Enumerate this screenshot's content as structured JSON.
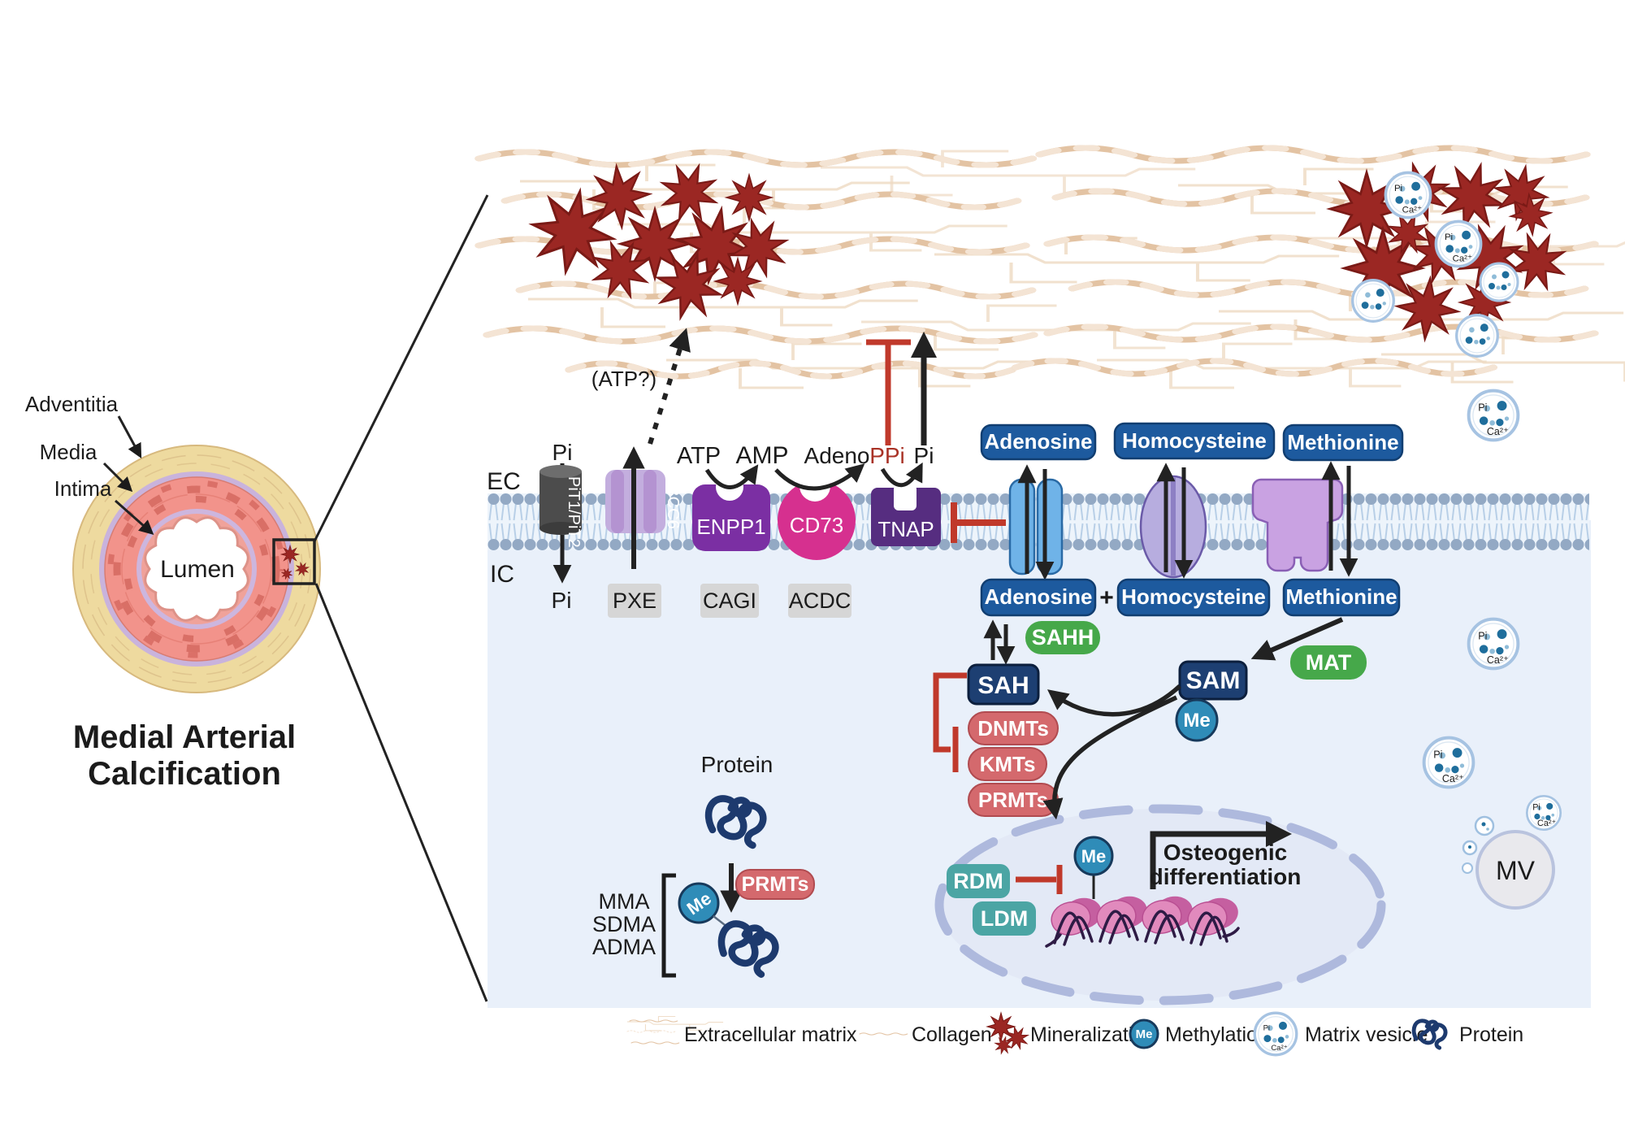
{
  "title": {
    "line1": "Medial Arterial",
    "line2": "Calcification"
  },
  "artery": {
    "adventitia": "Adventitia",
    "media": "Media",
    "intima": "Intima",
    "lumen": "Lumen"
  },
  "compartments": {
    "extracellular": "EC",
    "intracellular": "IC"
  },
  "membrane_proteins": {
    "pit": "PiT1/PiT2",
    "abcc6": "ABCC6",
    "enpp1": "ENPP1",
    "cd73": "CD73",
    "tnap": "TNAP"
  },
  "disease_tags": {
    "pxe": "PXE",
    "cagi": "CAGI",
    "acdc": "ACDC"
  },
  "molecules": {
    "pi": "Pi",
    "atp": "ATP",
    "amp": "AMP",
    "adeno": "Adeno",
    "ppi": "PPi",
    "atp_query": "(ATP?)",
    "plus": "+"
  },
  "metabolites": {
    "adenosine": "Adenosine",
    "homocysteine": "Homocysteine",
    "methionine": "Methionine",
    "sah": "SAH",
    "sam": "SAM",
    "me": "Me"
  },
  "enzymes": {
    "sahh": "SAHH",
    "mat": "MAT",
    "dnmts": "DNMTs",
    "kmts": "KMTs",
    "prmts": "PRMTs",
    "rdm": "RDM",
    "ldm": "LDM"
  },
  "nucleus": {
    "osteogenic_line1": "Osteogenic",
    "osteogenic_line2": "differentiation"
  },
  "protein_panel": {
    "protein": "Protein",
    "mma": "MMA",
    "sdma": "SDMA",
    "adma": "ADMA"
  },
  "vesicles": {
    "pi": "Pi",
    "ca": "Ca²⁺",
    "mv": "MV"
  },
  "legend": {
    "extracellular_matrix": "Extracellular matrix",
    "collagen": "Collagen",
    "mineralization": "Mineralization",
    "methylation": "Methylation",
    "matrix_vesicle": "Matrix vesicle",
    "protein": "Protein"
  },
  "colors": {
    "badge_blue": "#1d5a9e",
    "enzyme_green": "#46a84a",
    "methyl_blue": "#2f8cb8",
    "inhibition_red": "#c0392b",
    "mineral_red": "#9b2723",
    "methyltransferase_salmon": "#d4696d",
    "demethylase_teal": "#4ba5a4",
    "metabolite_navy": "#1d3f72",
    "enpp1_purple": "#7b2fa3",
    "cd73_magenta": "#d6308f",
    "tnap_purple": "#562d80",
    "cell_fill": "#e9f0fa"
  }
}
